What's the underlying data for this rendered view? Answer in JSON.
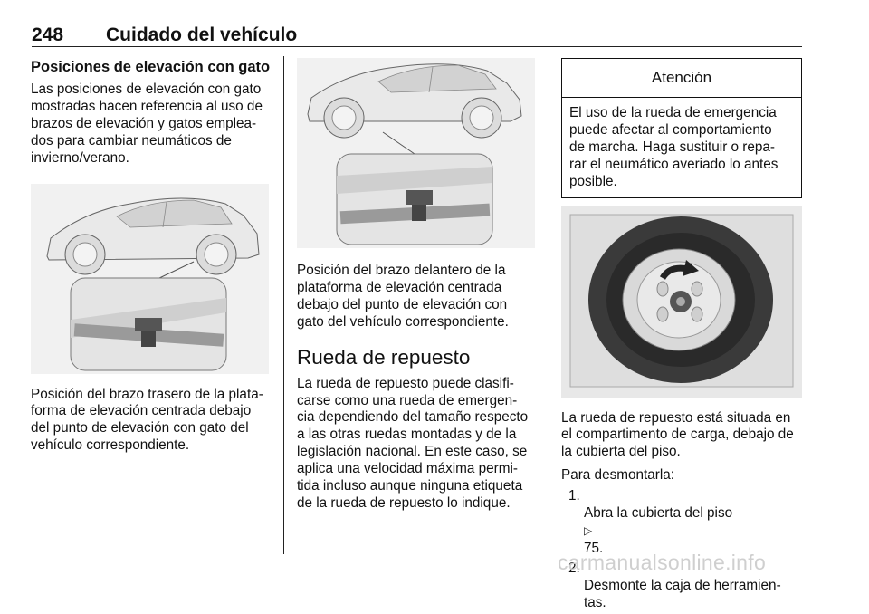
{
  "header": {
    "page_number": "248",
    "section": "Cuidado del vehículo"
  },
  "col1": {
    "heading": "Posiciones de elevación con gato",
    "intro": "Las posiciones de elevación con gato\nmostradas hacen referencia al uso de\nbrazos de elevación y gatos emplea-\ndos para cambiar neumáticos de\ninvierno/verano.",
    "caption": "Posición del brazo trasero de la plata-\nforma de elevación centrada debajo\ndel punto de elevación con gato del\nvehículo correspondiente."
  },
  "col2": {
    "caption": "Posición del brazo delantero de la\nplataforma de elevación centrada\ndebajo del punto de elevación con\ngato del vehículo correspondiente.",
    "heading": "Rueda de repuesto",
    "body": "La rueda de repuesto puede clasifi-\ncarse como una rueda de emergen-\ncia dependiendo del tamaño respecto\na las otras ruedas montadas y de la\nlegislación nacional. En este caso, se\naplica una velocidad máxima permi-\ntida incluso aunque ninguna etiqueta\nde la rueda de repuesto lo indique."
  },
  "col3": {
    "caution_title": "Atención",
    "caution_text": "El uso de la rueda de emergencia\npuede afectar al comportamiento\nde marcha. Haga sustituir o repa-\nrar el neumático averiado lo antes\nposible.",
    "location_text": "La rueda de repuesto está situada en\nel compartimento de carga, debajo de\nla cubierta del piso.",
    "removal_intro": "Para desmontarla:",
    "steps": [
      {
        "num": "1.",
        "text": "Abra la cubierta del piso",
        "ref_icon": "▷",
        "ref": "75."
      },
      {
        "num": "2.",
        "text": "Desmonte la caja de herramien-\ntas."
      }
    ]
  },
  "watermark": "carmanualsonline.info",
  "icons": {
    "ref_icon": "triangle-right-outline-icon"
  }
}
